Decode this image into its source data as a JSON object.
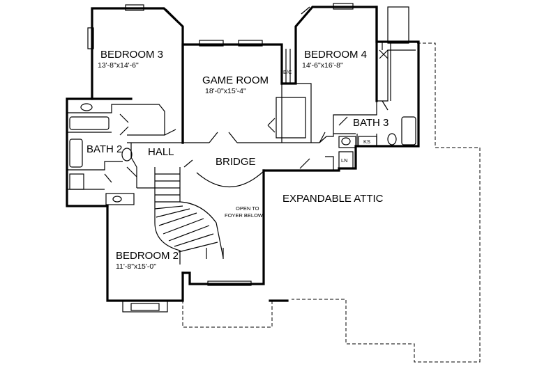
{
  "rooms": {
    "bedroom3": {
      "name": "BEDROOM 3",
      "size": "13'-8\"x14'-6\""
    },
    "game_room": {
      "name": "GAME ROOM",
      "size": "18'-0\"x15'-4\""
    },
    "bedroom4": {
      "name": "BEDROOM 4",
      "size": "14'-6\"x16'-8\""
    },
    "bath3": {
      "name": "BATH 3"
    },
    "bath2": {
      "name": "BATH 2"
    },
    "hall": {
      "name": "HALL"
    },
    "bridge": {
      "name": "BRIDGE"
    },
    "expandable_attic": {
      "name": "EXPANDABLE ATTIC"
    },
    "bedroom2": {
      "name": "BEDROOM 2",
      "size": "11'-8\"x15'-0\""
    }
  },
  "notes": {
    "bc": "B/C",
    "ks": "KS",
    "ln": "LN",
    "open_line1": "OPEN TO",
    "open_line2": "FOYER BELOW"
  }
}
